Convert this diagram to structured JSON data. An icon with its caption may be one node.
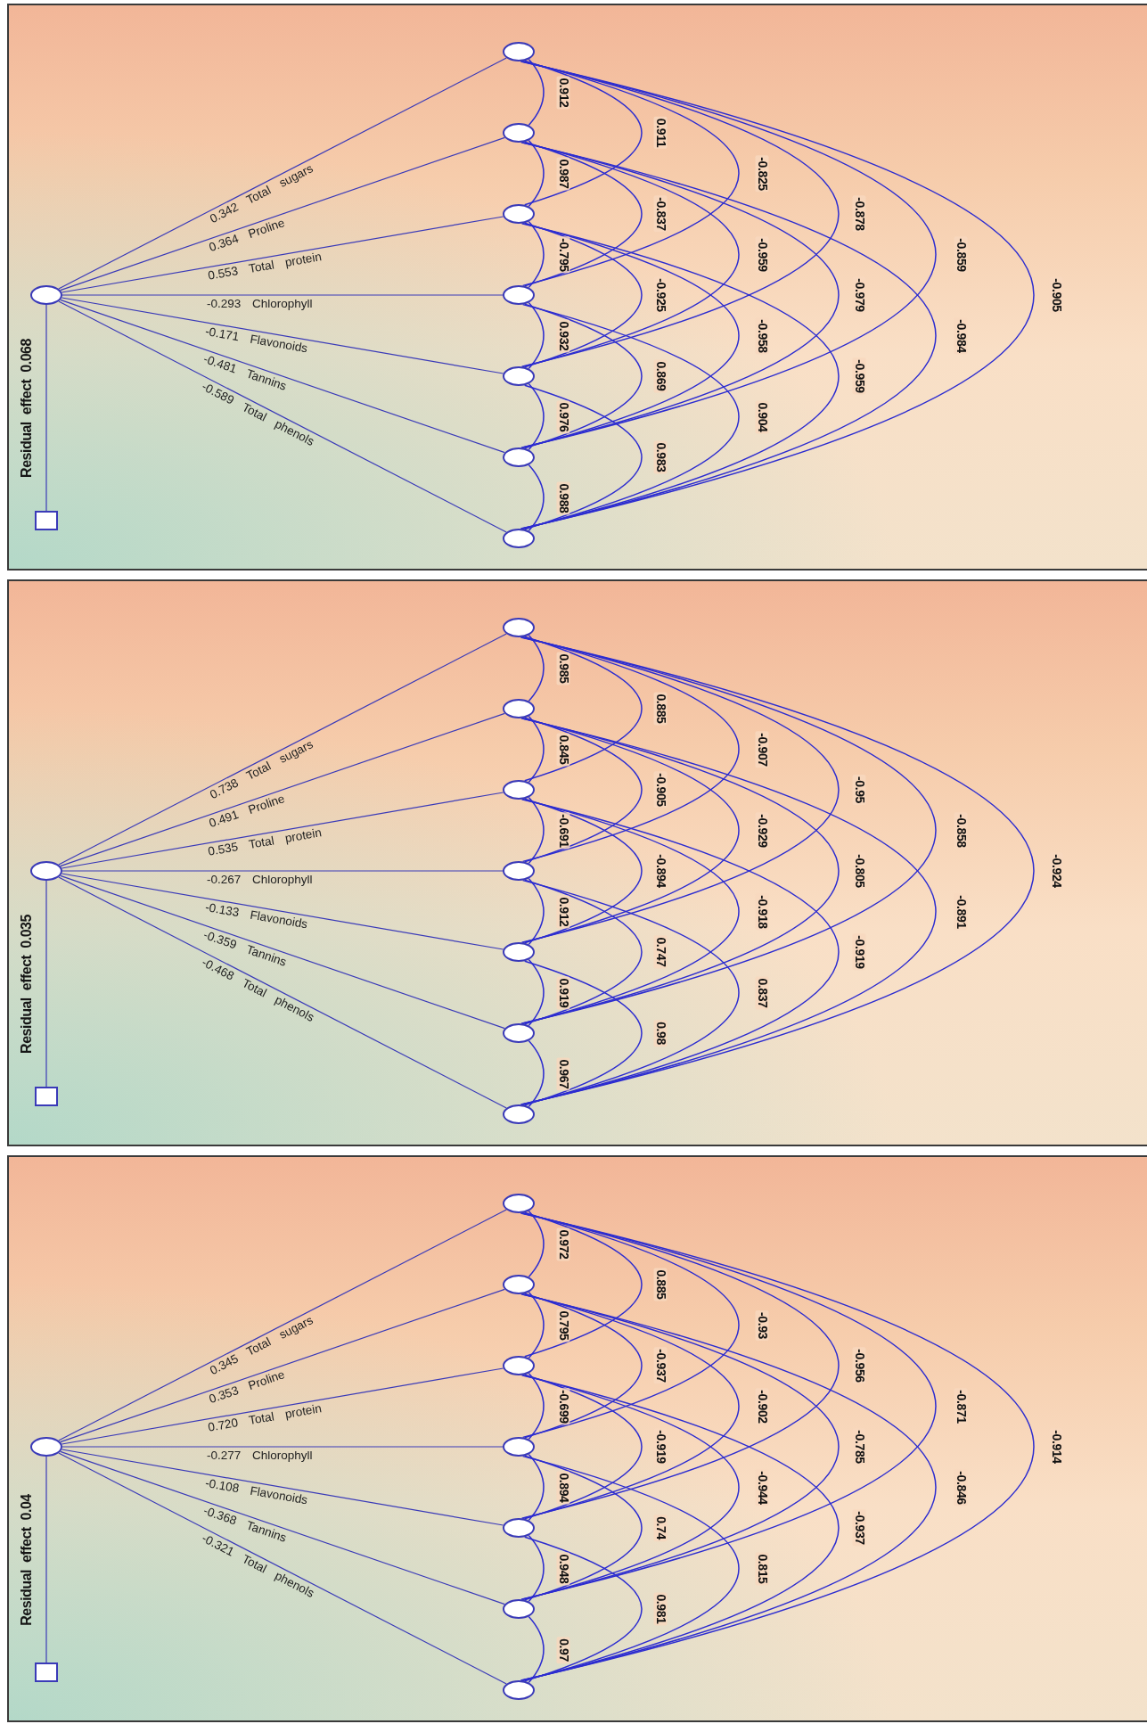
{
  "diagram": {
    "nodes": [
      {
        "text": [],
        "shape": "circle"
      },
      {
        "text": [],
        "shape": "circle"
      },
      {
        "text": [],
        "shape": "circle"
      },
      {
        "text": [],
        "shape": "circle"
      },
      {
        "text": [],
        "shape": "circle"
      },
      {
        "text": [],
        "shape": "circle"
      },
      {
        "text": [],
        "shape": "circle"
      },
      {
        "text": [],
        "shape": "circle"
      },
      {
        "text": [],
        "shape": "box"
      },
      {
        "text": [],
        "shape": "circle"
      },
      {
        "text": [],
        "shape": "circle"
      },
      {
        "text": [],
        "shape": "circle"
      },
      {
        "text": [],
        "shape": "circle"
      },
      {
        "text": [],
        "shape": "circle"
      },
      {
        "text": [],
        "shape": "circle"
      },
      {
        "text": [],
        "shape": "circle"
      },
      {
        "text": [],
        "shape": "circle"
      },
      {
        "text": [],
        "shape": "box"
      },
      {
        "text": [],
        "shape": "circle"
      },
      {
        "text": [],
        "shape": "circle"
      },
      {
        "text": [],
        "shape": "circle"
      },
      {
        "text": [],
        "shape": "circle"
      },
      {
        "text": [],
        "shape": "circle"
      },
      {
        "text": [],
        "shape": "circle"
      },
      {
        "text": [],
        "shape": "circle"
      },
      {
        "text": [],
        "shape": "circle"
      },
      {
        "text": [],
        "shape": "box"
      }
    ],
    "edges": [
      {
        "from": 8,
        "to": 0,
        "arrow": "none",
        "label": "Residual effect 0.068"
      },
      {
        "from": 0,
        "to": 1,
        "arrow": "none",
        "label": "0.342 Total sugars"
      },
      {
        "from": 0,
        "to": 2,
        "arrow": "none",
        "label": "0.364 Proline"
      },
      {
        "from": 0,
        "to": 3,
        "arrow": "none",
        "label": "0.553 Total protein"
      },
      {
        "from": 0,
        "to": 4,
        "arrow": "none",
        "label": "-0.293 Chlorophyll"
      },
      {
        "from": 0,
        "to": 5,
        "arrow": "none",
        "label": "-0.171 Flavonoids"
      },
      {
        "from": 0,
        "to": 6,
        "arrow": "none",
        "label": "-0.481 Tannins"
      },
      {
        "from": 0,
        "to": 7,
        "arrow": "none",
        "label": "-0.589 Total phenols"
      },
      {
        "from": 1,
        "to": 2,
        "arrow": "none",
        "label": "0.912"
      },
      {
        "from": 2,
        "to": 3,
        "arrow": "none",
        "label": "0.987"
      },
      {
        "from": 3,
        "to": 4,
        "arrow": "none",
        "label": "-0.795"
      },
      {
        "from": 4,
        "to": 5,
        "arrow": "none",
        "label": "0.932"
      },
      {
        "from": 5,
        "to": 6,
        "arrow": "none",
        "label": "0.976"
      },
      {
        "from": 6,
        "to": 7,
        "arrow": "none",
        "label": "0.988"
      },
      {
        "from": 1,
        "to": 3,
        "arrow": "none",
        "label": "0.911"
      },
      {
        "from": 2,
        "to": 4,
        "arrow": "none",
        "label": "-0.837"
      },
      {
        "from": 3,
        "to": 5,
        "arrow": "none",
        "label": "-0.925"
      },
      {
        "from": 4,
        "to": 6,
        "arrow": "none",
        "label": "0.869"
      },
      {
        "from": 5,
        "to": 7,
        "arrow": "none",
        "label": "0.983"
      },
      {
        "from": 1,
        "to": 4,
        "arrow": "none",
        "label": "-0.825"
      },
      {
        "from": 2,
        "to": 5,
        "arrow": "none",
        "label": "-0.959"
      },
      {
        "from": 3,
        "to": 6,
        "arrow": "none",
        "label": "-0.958"
      },
      {
        "from": 4,
        "to": 7,
        "arrow": "none",
        "label": "0.904"
      },
      {
        "from": 1,
        "to": 5,
        "arrow": "none",
        "label": "-0.878"
      },
      {
        "from": 2,
        "to": 6,
        "arrow": "none",
        "label": "-0.979"
      },
      {
        "from": 3,
        "to": 7,
        "arrow": "none",
        "label": "-0.959"
      },
      {
        "from": 1,
        "to": 6,
        "arrow": "none",
        "label": "-0.859"
      },
      {
        "from": 2,
        "to": 7,
        "arrow": "none",
        "label": "-0.984"
      },
      {
        "from": 1,
        "to": 7,
        "arrow": "none",
        "label": "-0.905"
      },
      {
        "from": 17,
        "to": 9,
        "arrow": "none",
        "label": "Residual effect 0.035"
      },
      {
        "from": 9,
        "to": 10,
        "arrow": "none",
        "label": "0.738 Total sugars"
      },
      {
        "from": 9,
        "to": 11,
        "arrow": "none",
        "label": "0.491 Proline"
      },
      {
        "from": 9,
        "to": 12,
        "arrow": "none",
        "label": "0.535 Total protein"
      },
      {
        "from": 9,
        "to": 13,
        "arrow": "none",
        "label": "-0.267 Chlorophyll"
      },
      {
        "from": 9,
        "to": 14,
        "arrow": "none",
        "label": "-0.133 Flavonoids"
      },
      {
        "from": 9,
        "to": 15,
        "arrow": "none",
        "label": "-0.359 Tannins"
      },
      {
        "from": 9,
        "to": 16,
        "arrow": "none",
        "label": "-0.468 Total phenols"
      },
      {
        "from": 10,
        "to": 11,
        "arrow": "none",
        "label": "0.985"
      },
      {
        "from": 11,
        "to": 12,
        "arrow": "none",
        "label": "0.845"
      },
      {
        "from": 12,
        "to": 13,
        "arrow": "none",
        "label": "-0.691"
      },
      {
        "from": 13,
        "to": 14,
        "arrow": "none",
        "label": "0.912"
      },
      {
        "from": 14,
        "to": 15,
        "arrow": "none",
        "label": "0.919"
      },
      {
        "from": 15,
        "to": 16,
        "arrow": "none",
        "label": "0.967"
      },
      {
        "from": 10,
        "to": 12,
        "arrow": "none",
        "label": "0.885"
      },
      {
        "from": 11,
        "to": 13,
        "arrow": "none",
        "label": "-0.905"
      },
      {
        "from": 12,
        "to": 14,
        "arrow": "none",
        "label": "-0.894"
      },
      {
        "from": 13,
        "to": 15,
        "arrow": "none",
        "label": "0.747"
      },
      {
        "from": 14,
        "to": 16,
        "arrow": "none",
        "label": "0.98"
      },
      {
        "from": 10,
        "to": 13,
        "arrow": "none",
        "label": "-0.907"
      },
      {
        "from": 11,
        "to": 14,
        "arrow": "none",
        "label": "-0.929"
      },
      {
        "from": 12,
        "to": 15,
        "arrow": "none",
        "label": "-0.918"
      },
      {
        "from": 13,
        "to": 16,
        "arrow": "none",
        "label": "0.837"
      },
      {
        "from": 10,
        "to": 14,
        "arrow": "none",
        "label": "-0.95"
      },
      {
        "from": 11,
        "to": 15,
        "arrow": "none",
        "label": "-0.805"
      },
      {
        "from": 12,
        "to": 16,
        "arrow": "none",
        "label": "-0.919"
      },
      {
        "from": 10,
        "to": 15,
        "arrow": "none",
        "label": "-0.858"
      },
      {
        "from": 11,
        "to": 16,
        "arrow": "none",
        "label": "-0.891"
      },
      {
        "from": 10,
        "to": 16,
        "arrow": "none",
        "label": "-0.924"
      },
      {
        "from": 26,
        "to": 18,
        "arrow": "none",
        "label": "Residual effect 0.04"
      },
      {
        "from": 18,
        "to": 19,
        "arrow": "none",
        "label": "0.345 Total sugars"
      },
      {
        "from": 18,
        "to": 20,
        "arrow": "none",
        "label": "0.353 Proline"
      },
      {
        "from": 18,
        "to": 21,
        "arrow": "none",
        "label": "0.720 Total protein"
      },
      {
        "from": 18,
        "to": 22,
        "arrow": "none",
        "label": "-0.277 Chlorophyll"
      },
      {
        "from": 18,
        "to": 23,
        "arrow": "none",
        "label": "-0.108 Flavonoids"
      },
      {
        "from": 18,
        "to": 24,
        "arrow": "none",
        "label": "-0.368 Tannins"
      },
      {
        "from": 18,
        "to": 25,
        "arrow": "none",
        "label": "-0.321 Total phenols"
      },
      {
        "from": 19,
        "to": 20,
        "arrow": "none",
        "label": "0.972"
      },
      {
        "from": 20,
        "to": 21,
        "arrow": "none",
        "label": "0.795"
      },
      {
        "from": 21,
        "to": 22,
        "arrow": "none",
        "label": "-0.699"
      },
      {
        "from": 22,
        "to": 23,
        "arrow": "none",
        "label": "0.894"
      },
      {
        "from": 23,
        "to": 24,
        "arrow": "none",
        "label": "0.948"
      },
      {
        "from": 24,
        "to": 25,
        "arrow": "none",
        "label": "0.97"
      },
      {
        "from": 19,
        "to": 21,
        "arrow": "none",
        "label": "0.885"
      },
      {
        "from": 20,
        "to": 22,
        "arrow": "none",
        "label": "-0.937"
      },
      {
        "from": 21,
        "to": 23,
        "arrow": "none",
        "label": "-0.919"
      },
      {
        "from": 22,
        "to": 24,
        "arrow": "none",
        "label": "0.74"
      },
      {
        "from": 23,
        "to": 25,
        "arrow": "none",
        "label": "0.981"
      },
      {
        "from": 19,
        "to": 22,
        "arrow": "none",
        "label": "-0.93"
      },
      {
        "from": 20,
        "to": 23,
        "arrow": "none",
        "label": "-0.902"
      },
      {
        "from": 21,
        "to": 24,
        "arrow": "none",
        "label": "-0.944"
      },
      {
        "from": 22,
        "to": 25,
        "arrow": "none",
        "label": "0.815"
      },
      {
        "from": 19,
        "to": 23,
        "arrow": "none",
        "label": "-0.956"
      },
      {
        "from": 20,
        "to": 24,
        "arrow": "none",
        "label": "-0.785"
      },
      {
        "from": 21,
        "to": 25,
        "arrow": "none",
        "label": "-0.937"
      },
      {
        "from": 19,
        "to": 24,
        "arrow": "none",
        "label": "-0.871"
      },
      {
        "from": 20,
        "to": 25,
        "arrow": "none",
        "label": "-0.846"
      },
      {
        "from": 19,
        "to": 25,
        "arrow": "none",
        "label": "-0.914"
      }
    ]
  }
}
